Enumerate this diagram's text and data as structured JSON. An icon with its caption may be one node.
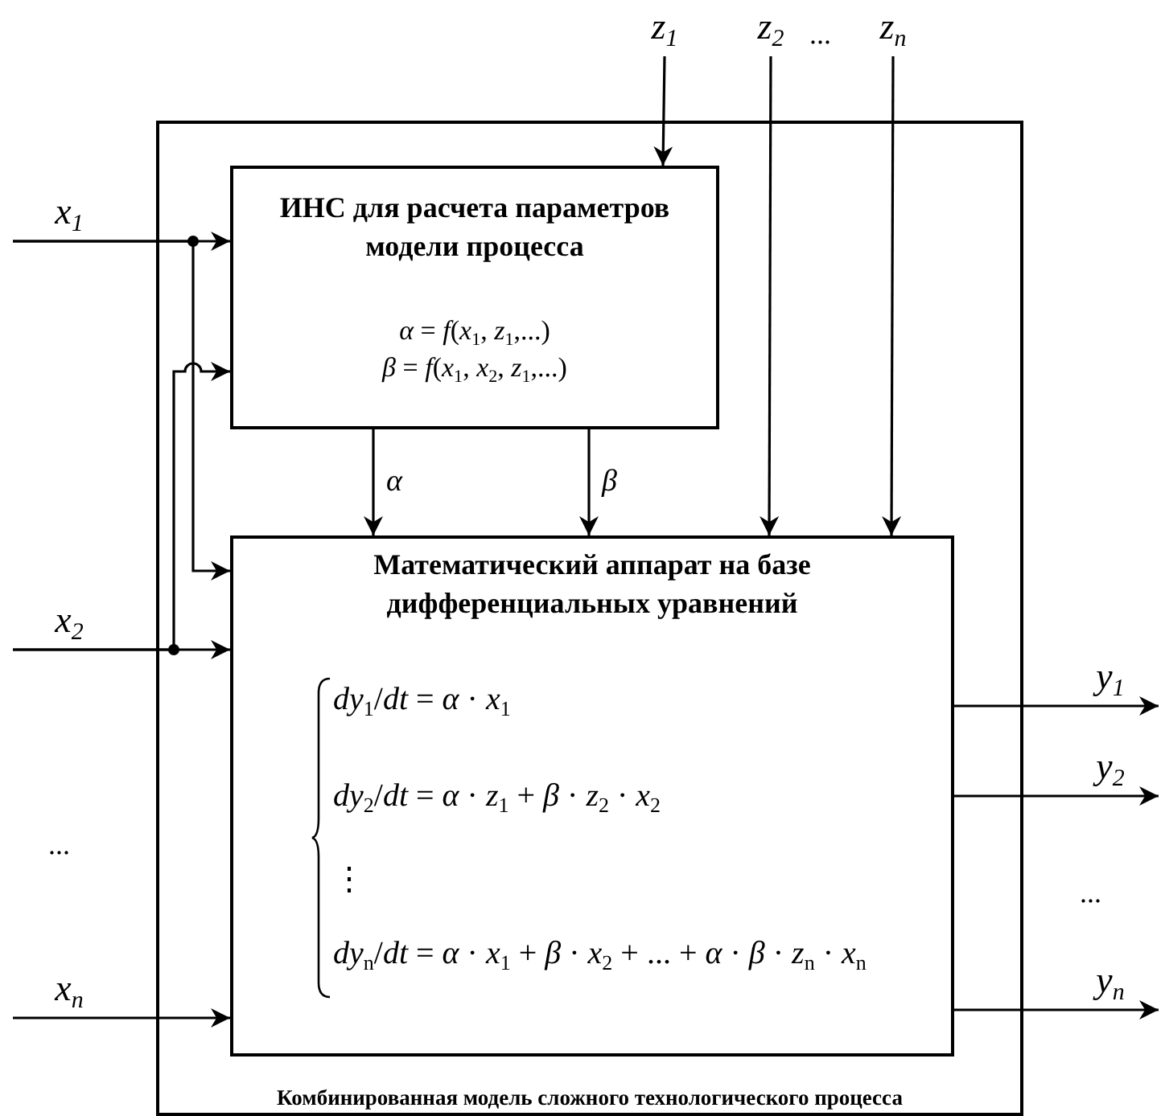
{
  "diagram": {
    "nodes": [
      {
        "text": [
          "Комбинированная модель сложного технологического процесса"
        ]
      },
      {
        "text": [
          "ИНС для расчета параметров модели процесса",
          "*α* = *f*(*x*$_{1}$, *z*$_{1}$,...)",
          "*β* = *f*(*x*$_{1}$, *x*$_{2}$, *z*$_{1}$,...)"
        ],
        "in": 0
      },
      {
        "text": [
          "Математический аппарат на базе дифференциальных уравнений",
          "*dy*$_{1}$/*dt* = *α* · *x*$_{1}$",
          "*dy*$_{2}$/*dt* = *α* · *z*$_{1}$ + *β* · *z*$_{2}$ · *x*$_{2}$",
          "⋮",
          "*dy*$_{n}$/*dt* = *α* · *x*$_{1}$ + *β* · *x*$_{2}$ + ... + *α* · *β* · *z*$_{n}$ · *x*$_{n}$"
        ],
        "in": 0
      },
      {
        "text": [
          "x$_{1}$"
        ]
      },
      {
        "text": [
          "x$_{2}$"
        ]
      },
      {
        "text": [
          "x$_{n}$"
        ]
      },
      {
        "text": [
          "z$_{1}$"
        ]
      },
      {
        "text": [
          "z$_{2}$"
        ]
      },
      {
        "text": [
          "z$_{n}$"
        ]
      },
      {
        "text": [
          "y$_{1}$"
        ]
      },
      {
        "text": [
          "y$_{2}$"
        ]
      },
      {
        "text": [
          "y$_{n}$"
        ]
      }
    ],
    "edges": [
      {
        "from": 3,
        "to": 1,
        "arrow": "to"
      },
      {
        "from": 3,
        "to": 2,
        "arrow": "to"
      },
      {
        "from": 4,
        "to": 2,
        "arrow": "to"
      },
      {
        "from": 4,
        "to": 1,
        "arrow": "to"
      },
      {
        "from": 5,
        "to": 2,
        "arrow": "to"
      },
      {
        "from": 6,
        "to": 1,
        "arrow": "to"
      },
      {
        "from": 7,
        "to": 2,
        "arrow": "to"
      },
      {
        "from": 8,
        "to": 2,
        "arrow": "to"
      },
      {
        "from": 1,
        "to": 2,
        "arrow": "to",
        "label": "α"
      },
      {
        "from": 1,
        "to": 2,
        "arrow": "to",
        "label": "β"
      },
      {
        "from": 2,
        "to": 9,
        "arrow": "to"
      },
      {
        "from": 2,
        "to": 10,
        "arrow": "to"
      },
      {
        "from": 2,
        "to": 11,
        "arrow": "to"
      }
    ],
    "labels": [
      "...",
      "...",
      "..."
    ]
  }
}
